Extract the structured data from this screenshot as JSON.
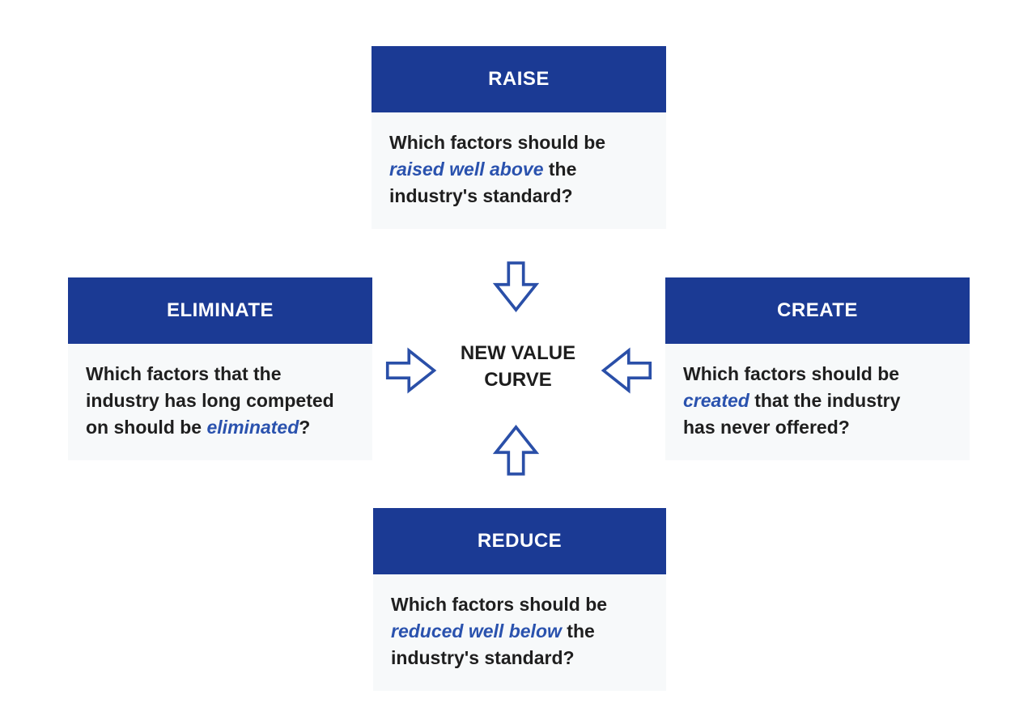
{
  "colors": {
    "header_bg": "#1b3a94",
    "body_bg": "#f7f9fa",
    "question_text": "#1f1f1f",
    "emphasis_text": "#2a52ae",
    "arrow_outline": "#2a4fa8",
    "center_text": "#1d1d1d",
    "header_text": "#ffffff",
    "page_bg": "#ffffff"
  },
  "center": {
    "label": "NEW VALUE CURVE"
  },
  "arrows": {
    "top": "down-arrow-icon",
    "bottom": "up-arrow-icon",
    "left": "right-arrow-icon",
    "right": "left-arrow-icon"
  },
  "boxes": {
    "raise": {
      "title": "RAISE",
      "question": {
        "before": "Which factors should be ",
        "emphasis": "raised well above",
        "after": " the industry's standard?"
      }
    },
    "eliminate": {
      "title": "ELIMINATE",
      "question": {
        "before": "Which factors that the industry has long competed on should be ",
        "emphasis": "eliminated",
        "after": "?"
      }
    },
    "create": {
      "title": "CREATE",
      "question": {
        "before": "Which factors should be ",
        "emphasis": "created",
        "after": " that the industry has never offered?"
      }
    },
    "reduce": {
      "title": "REDUCE",
      "question": {
        "before": "Which factors should be ",
        "emphasis": "reduced well below",
        "after": " the industry's standard?"
      }
    }
  }
}
